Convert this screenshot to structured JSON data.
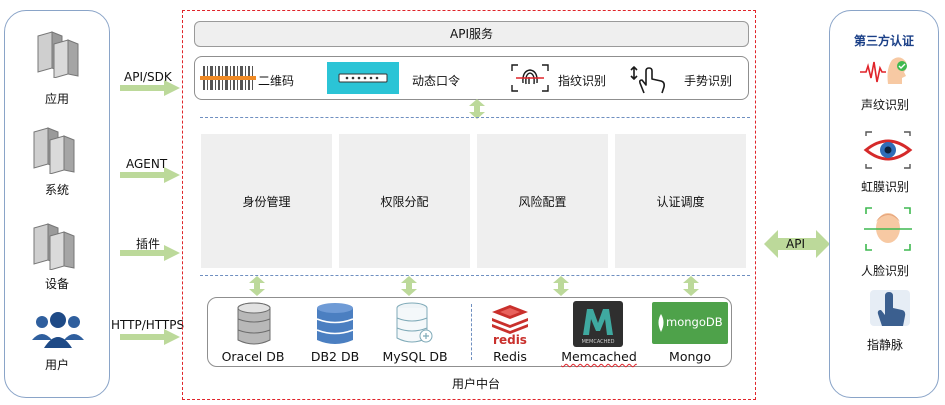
{
  "left_panel": {
    "items": [
      {
        "label": "应用",
        "icon": "server-icon"
      },
      {
        "label": "系统",
        "icon": "server-icon"
      },
      {
        "label": "设备",
        "icon": "server-icon"
      },
      {
        "label": "用户",
        "icon": "users-icon"
      }
    ]
  },
  "connectors": {
    "left": [
      "API/SDK",
      "AGENT",
      "插件",
      "HTTP/HTTPS"
    ],
    "right": "API"
  },
  "center": {
    "api_service": "API服务",
    "auth_methods": [
      {
        "label": "二维码",
        "icon": "barcode-icon"
      },
      {
        "label": "动态口令",
        "icon": "token-icon"
      },
      {
        "label": "指纹识别",
        "icon": "fingerprint-icon"
      },
      {
        "label": "手势识别",
        "icon": "gesture-icon"
      }
    ],
    "functions": [
      "身份管理",
      "权限分配",
      "风险配置",
      "认证调度"
    ],
    "databases": [
      {
        "label": "Oracel DB",
        "icon": "database-gray-icon"
      },
      {
        "label": "DB2 DB",
        "icon": "database-blue-icon"
      },
      {
        "label": "MySQL DB",
        "icon": "database-light-icon"
      },
      {
        "label": "Redis",
        "icon": "redis-logo",
        "logo_text": "redis"
      },
      {
        "label": "Memcached",
        "icon": "memcached-logo",
        "logo_text": "MEMCACHED"
      },
      {
        "label": "Mongo",
        "icon": "mongodb-logo",
        "logo_text": "mongoDB"
      }
    ],
    "footer": "用户中台"
  },
  "right_panel": {
    "title": "第三方认证",
    "items": [
      {
        "label": "声纹识别",
        "icon": "voiceprint-icon"
      },
      {
        "label": "虹膜识别",
        "icon": "iris-icon"
      },
      {
        "label": "人脸识别",
        "icon": "face-icon"
      },
      {
        "label": "指静脉",
        "icon": "finger-vein-icon"
      }
    ]
  },
  "colors": {
    "panel_border": "#8aa4c8",
    "red_dashed": "#e0242a",
    "arrow_green": "#bcd99a",
    "box_gray": "#efefef"
  }
}
